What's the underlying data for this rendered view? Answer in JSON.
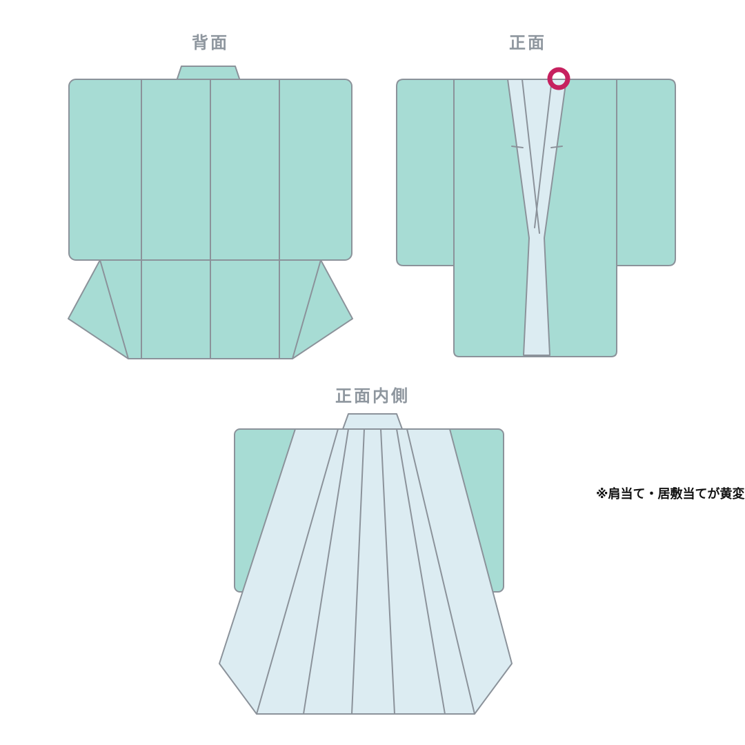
{
  "page": {
    "title": "kimono-condition-diagram"
  },
  "labels": {
    "back_view": "背面",
    "front_view": "正面",
    "front_inside_view": "正面内側"
  },
  "annotation": {
    "note": "※肩当て・居敷当てが黄変",
    "marker": "highlight-ring-on-front-collar"
  },
  "colors": {
    "page_background": "#ffffff",
    "garment_fill": "#a7dcd4",
    "lining_fill": "#dcecf2",
    "outline": "#8b929a",
    "label_text": "#8e969e",
    "note_text": "#111111",
    "highlight_ring": "#c6215f"
  }
}
